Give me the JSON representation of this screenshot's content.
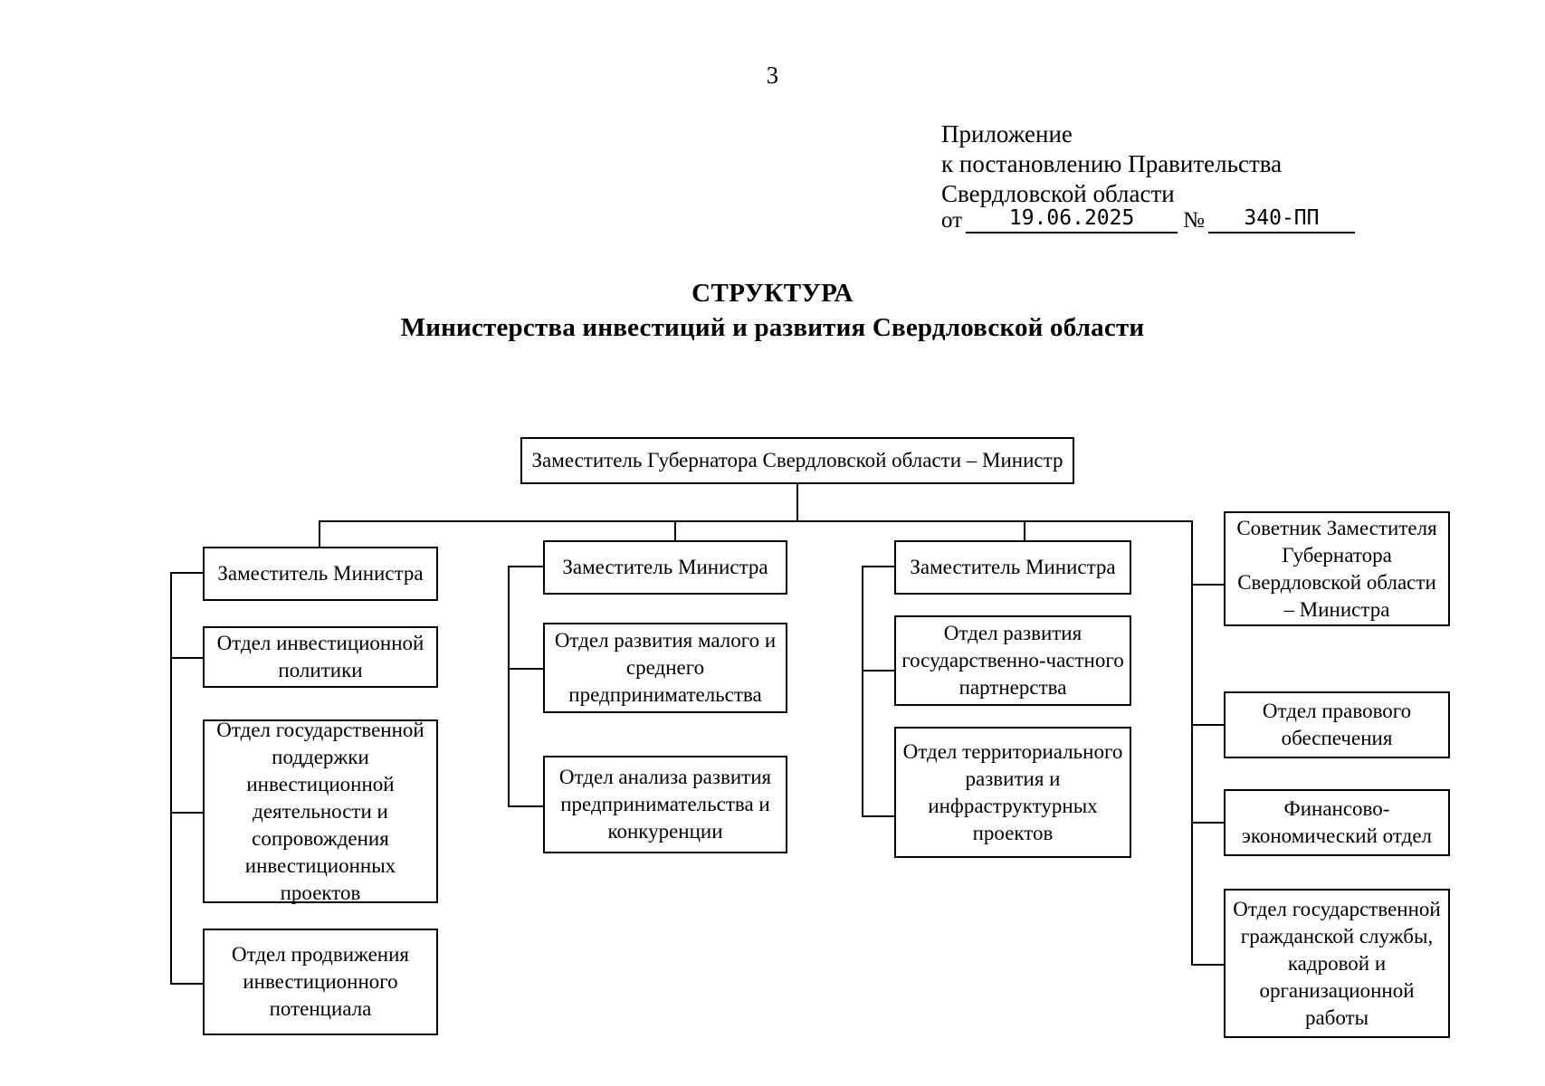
{
  "page": {
    "number": "3"
  },
  "appendix": {
    "line1": "Приложение",
    "line2": "к постановлению Правительства",
    "line3": "Свердловской области",
    "ot_label": "от",
    "date_value": "19.06.2025",
    "no_label": "№",
    "number_value": "340-ПП"
  },
  "title": {
    "main": "СТРУКТУРА",
    "sub": "Министерства инвестиций и развития Свердловской области"
  },
  "chart_data": {
    "type": "diagram",
    "title": "Структура Министерства инвестиций и развития Свердловской области",
    "root": {
      "id": "minister",
      "label": "Заместитель Губернатора Свердловской области – Министр"
    },
    "columns": [
      {
        "id": "col1",
        "head": "Заместитель Министра",
        "items": [
          "Отдел инвестиционной политики",
          "Отдел государственной поддержки инвестиционной деятельности и сопровождения инвестиционных проектов",
          "Отдел продвижения инвестиционного потенциала"
        ]
      },
      {
        "id": "col2",
        "head": "Заместитель Министра",
        "items": [
          "Отдел развития малого и среднего предпринимательства",
          "Отдел анализа развития предпринимательства и конкуренции"
        ]
      },
      {
        "id": "col3",
        "head": "Заместитель Министра",
        "items": [
          "Отдел развития государственно-частного партнерства",
          "Отдел территориального развития и инфраструктурных проектов"
        ]
      },
      {
        "id": "col4",
        "head": "Советник Заместителя Губернатора Свердловской области – Министра",
        "items": [
          "Отдел правового обеспечения",
          "Финансово-экономический отдел",
          "Отдел государственной гражданской службы, кадровой и организационной работы"
        ]
      }
    ]
  },
  "nodes": {
    "root": "Заместитель Губернатора Свердловской области – Министр",
    "c1_head": "Заместитель Министра",
    "c1_i1": "Отдел инвестиционной политики",
    "c1_i2": "Отдел государственной поддержки инвестиционной деятельности и сопровождения инвестиционных проектов",
    "c1_i3": "Отдел продвижения инвестиционного потенциала",
    "c2_head": "Заместитель Министра",
    "c2_i1": "Отдел развития малого и среднего предпринимательства",
    "c2_i2": "Отдел анализа развития предпринимательства и конкуренции",
    "c3_head": "Заместитель Министра",
    "c3_i1": "Отдел развития государственно-частного партнерства",
    "c3_i2": "Отдел территориального развития и инфраструктурных проектов",
    "c4_head": "Советник Заместителя Губернатора Свердловской области – Министра",
    "c4_i1": "Отдел правового обеспечения",
    "c4_i2": "Финансово-экономический отдел",
    "c4_i3": "Отдел государственной гражданской службы, кадровой и организационной работы"
  },
  "colors": {
    "paper": "#ffffff",
    "ink": "#000000",
    "border": "#000000"
  }
}
